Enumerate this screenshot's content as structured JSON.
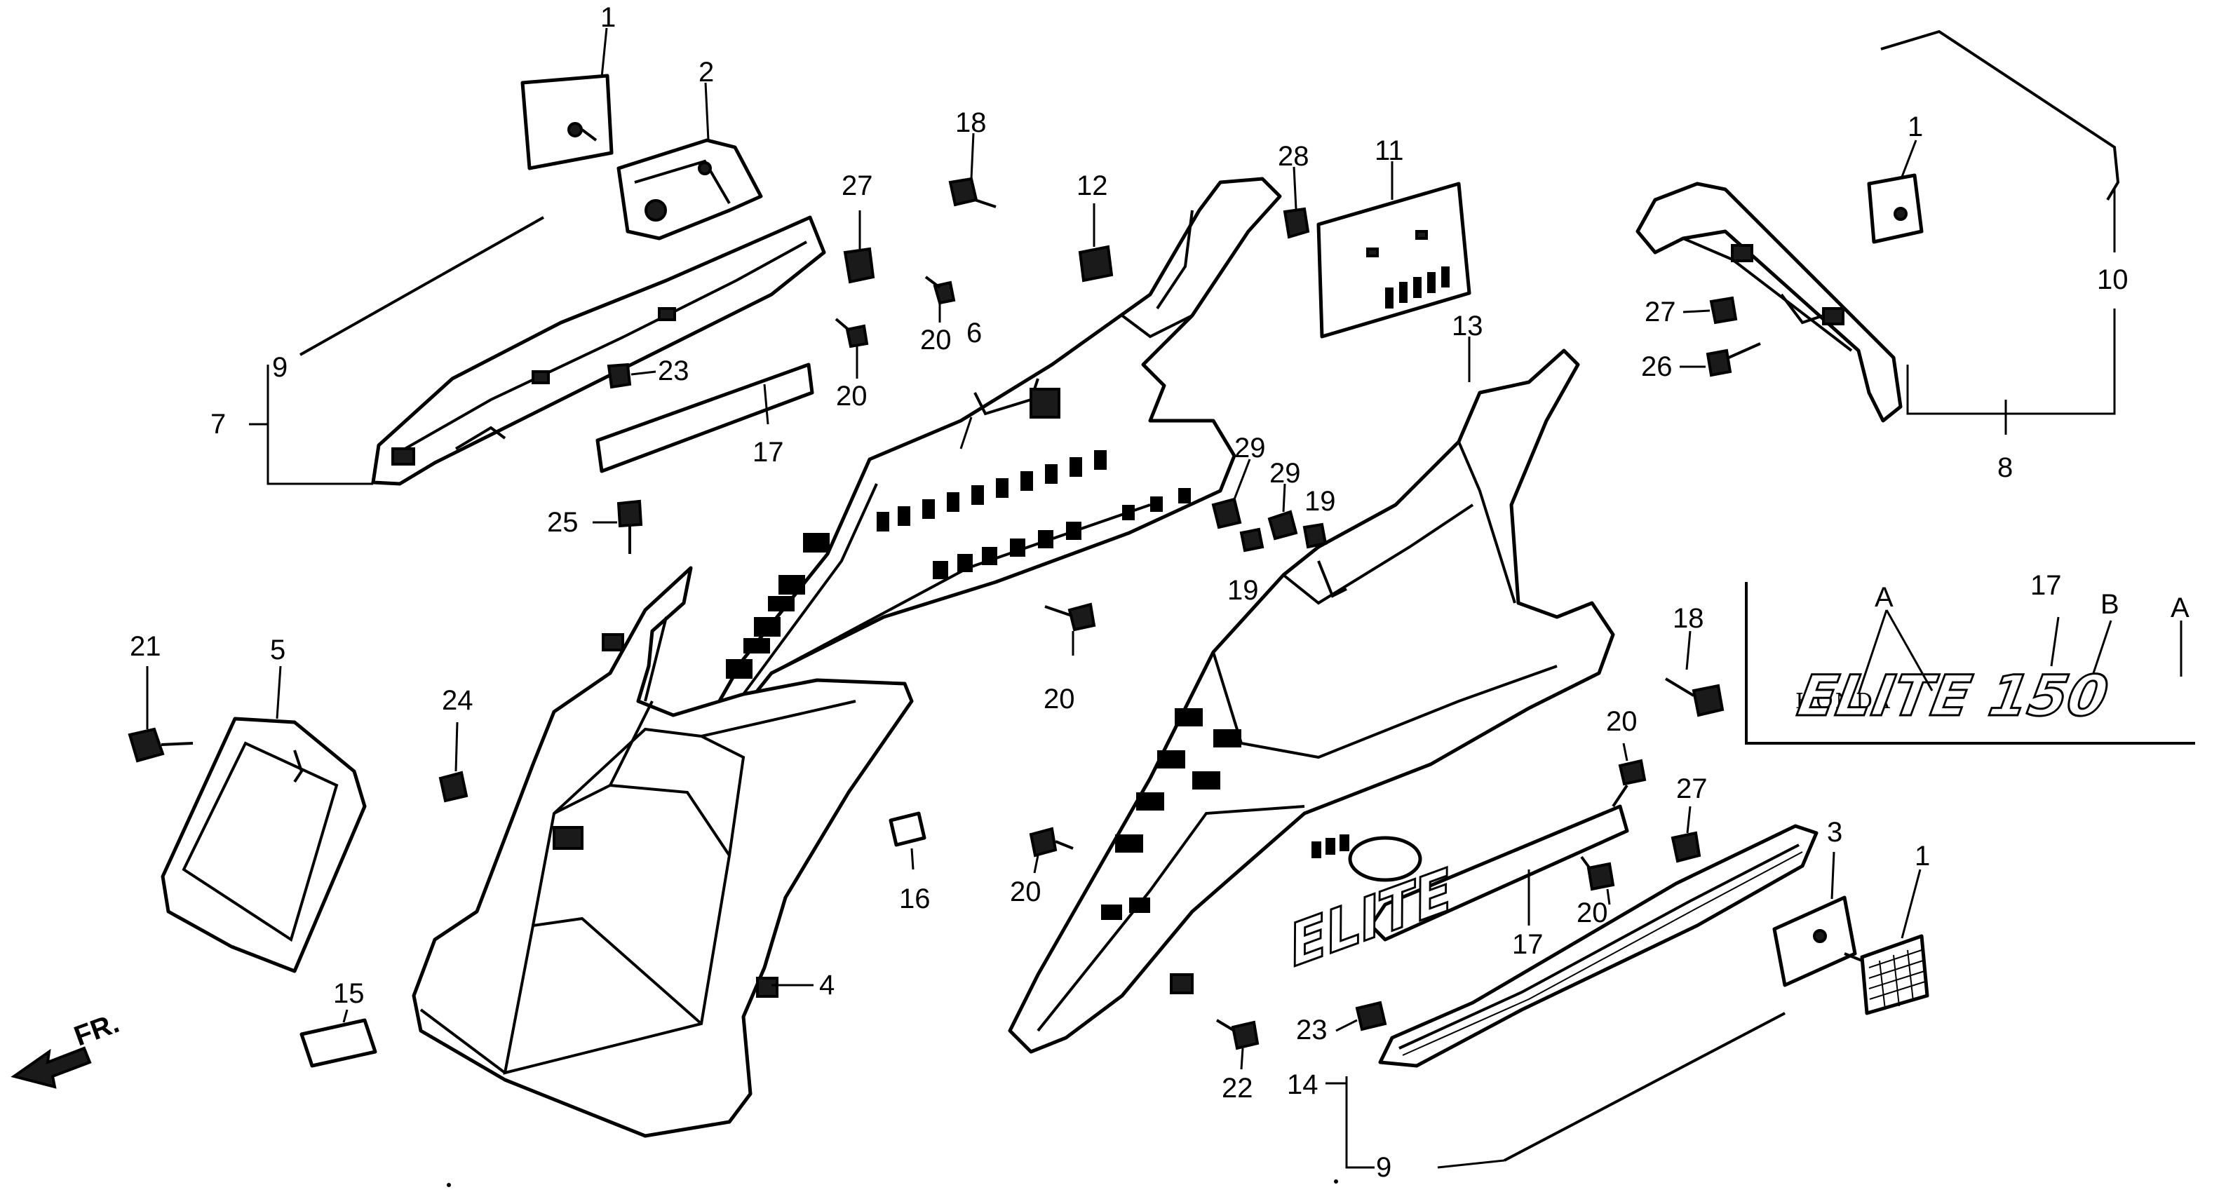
{
  "callouts": [
    {
      "id": "c1a",
      "text": "1"
    },
    {
      "id": "c2",
      "text": "2"
    },
    {
      "id": "c9a",
      "text": "9"
    },
    {
      "id": "c7",
      "text": "7"
    },
    {
      "id": "c23a",
      "text": "23"
    },
    {
      "id": "c17a",
      "text": "17"
    },
    {
      "id": "c27a",
      "text": "27"
    },
    {
      "id": "c18a",
      "text": "18"
    },
    {
      "id": "c20a",
      "text": "20"
    },
    {
      "id": "c20b",
      "text": "20"
    },
    {
      "id": "c12",
      "text": "12"
    },
    {
      "id": "c6",
      "text": "6"
    },
    {
      "id": "c28",
      "text": "28"
    },
    {
      "id": "c11",
      "text": "11"
    },
    {
      "id": "c13",
      "text": "13"
    },
    {
      "id": "c25",
      "text": "25"
    },
    {
      "id": "c29a",
      "text": "29"
    },
    {
      "id": "c29b",
      "text": "29"
    },
    {
      "id": "c19a",
      "text": "19"
    },
    {
      "id": "c19b",
      "text": "19"
    },
    {
      "id": "c20c",
      "text": "20"
    },
    {
      "id": "c21",
      "text": "21"
    },
    {
      "id": "c5",
      "text": "5"
    },
    {
      "id": "c24",
      "text": "24"
    },
    {
      "id": "c16",
      "text": "16"
    },
    {
      "id": "c4",
      "text": "4"
    },
    {
      "id": "c15",
      "text": "15"
    },
    {
      "id": "c1b",
      "text": "1"
    },
    {
      "id": "c10",
      "text": "10"
    },
    {
      "id": "c27b",
      "text": "27"
    },
    {
      "id": "c26",
      "text": "26"
    },
    {
      "id": "c8",
      "text": "8"
    },
    {
      "id": "c18b",
      "text": "18"
    },
    {
      "id": "c20d",
      "text": "20"
    },
    {
      "id": "c27c",
      "text": "27"
    },
    {
      "id": "c20e",
      "text": "20"
    },
    {
      "id": "c20f",
      "text": "20"
    },
    {
      "id": "c17b",
      "text": "17"
    },
    {
      "id": "c3",
      "text": "3"
    },
    {
      "id": "c1c",
      "text": "1"
    },
    {
      "id": "c22",
      "text": "22"
    },
    {
      "id": "c23b",
      "text": "23"
    },
    {
      "id": "c14",
      "text": "14"
    },
    {
      "id": "c9b",
      "text": "9"
    },
    {
      "id": "c17c",
      "text": "17"
    },
    {
      "id": "cA1",
      "text": "A"
    },
    {
      "id": "cB",
      "text": "B"
    },
    {
      "id": "cA2",
      "text": "A"
    }
  ],
  "emblem": {
    "honda": "HONDA",
    "model": "ELITE 150",
    "side_text": "ELITE"
  },
  "front_marker": "FR."
}
